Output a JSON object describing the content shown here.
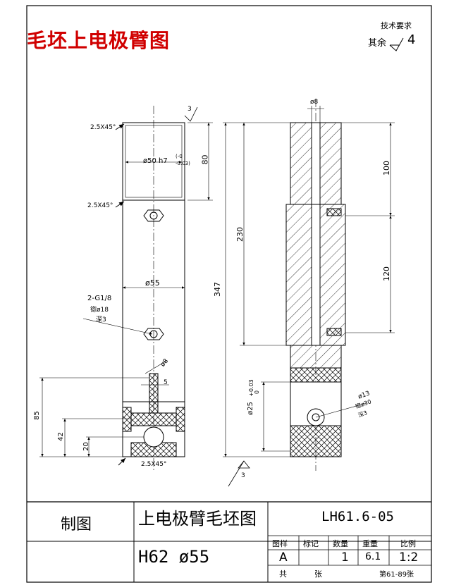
{
  "title": "毛坯上电极臂图",
  "tech_req": {
    "title": "技术要求",
    "rest_label": "其余",
    "value": "4"
  },
  "dims": {
    "chamfer_top": "2.5X45°",
    "chamfer_mid": "2.5X45°",
    "chamfer_bottom": "2.5X45°",
    "bore": "ø50 h7",
    "tol_upper": "(-0",
    "tol_lower": "-0.03)",
    "len_80": "80",
    "dia_55": "ø55",
    "port_label": "2-G1/8",
    "port_spot": "锪ø18",
    "port_drill": "深3",
    "slot_8": "ø8",
    "slot_5": "5",
    "h85": "85",
    "h42": "42",
    "h20": "20",
    "len_347": "347",
    "len_230": "230",
    "top_8": "ø8",
    "len_100": "100",
    "len_120": "120",
    "dia_25": "ø25",
    "dia_25_tol_upper": "+0.03",
    "dia_25_tol_lower": "0",
    "hole_13": "ø13",
    "hole_spot": "锪ø30",
    "hole_depth": "深3",
    "rough_top": "3",
    "rough_bottom": "3"
  },
  "title_block": {
    "drawn": "制图",
    "part_name": "上电极臂毛坯图",
    "drawing_no": "LH61.6-05",
    "material": "H62   ø55",
    "headers": [
      "图样",
      "标记",
      "数量",
      "重量",
      "比例"
    ],
    "values": [
      "A",
      "",
      "1",
      "6.1",
      "1:2"
    ],
    "sheets_total": "共",
    "sheets_unit": "张",
    "sheet_no": "第61-89张"
  }
}
